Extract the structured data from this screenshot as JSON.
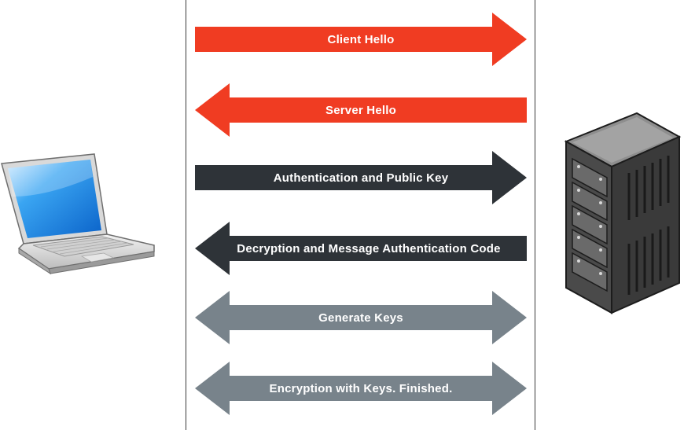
{
  "diagram": {
    "messages": [
      {
        "label": "Client Hello",
        "direction": "right",
        "color": "#f03c22"
      },
      {
        "label": "Server Hello",
        "direction": "left",
        "color": "#f03c22"
      },
      {
        "label": "Authentication and Public Key",
        "direction": "right",
        "color": "#2e3338"
      },
      {
        "label": "Decryption and Message Authentication Code",
        "direction": "left",
        "color": "#2e3338"
      },
      {
        "label": "Generate Keys",
        "direction": "both",
        "color": "#78838b"
      },
      {
        "label": "Encryption with Keys. Finished.",
        "direction": "both",
        "color": "#78838b"
      }
    ],
    "client_icon": "laptop-icon",
    "server_icon": "server-rack-icon"
  }
}
